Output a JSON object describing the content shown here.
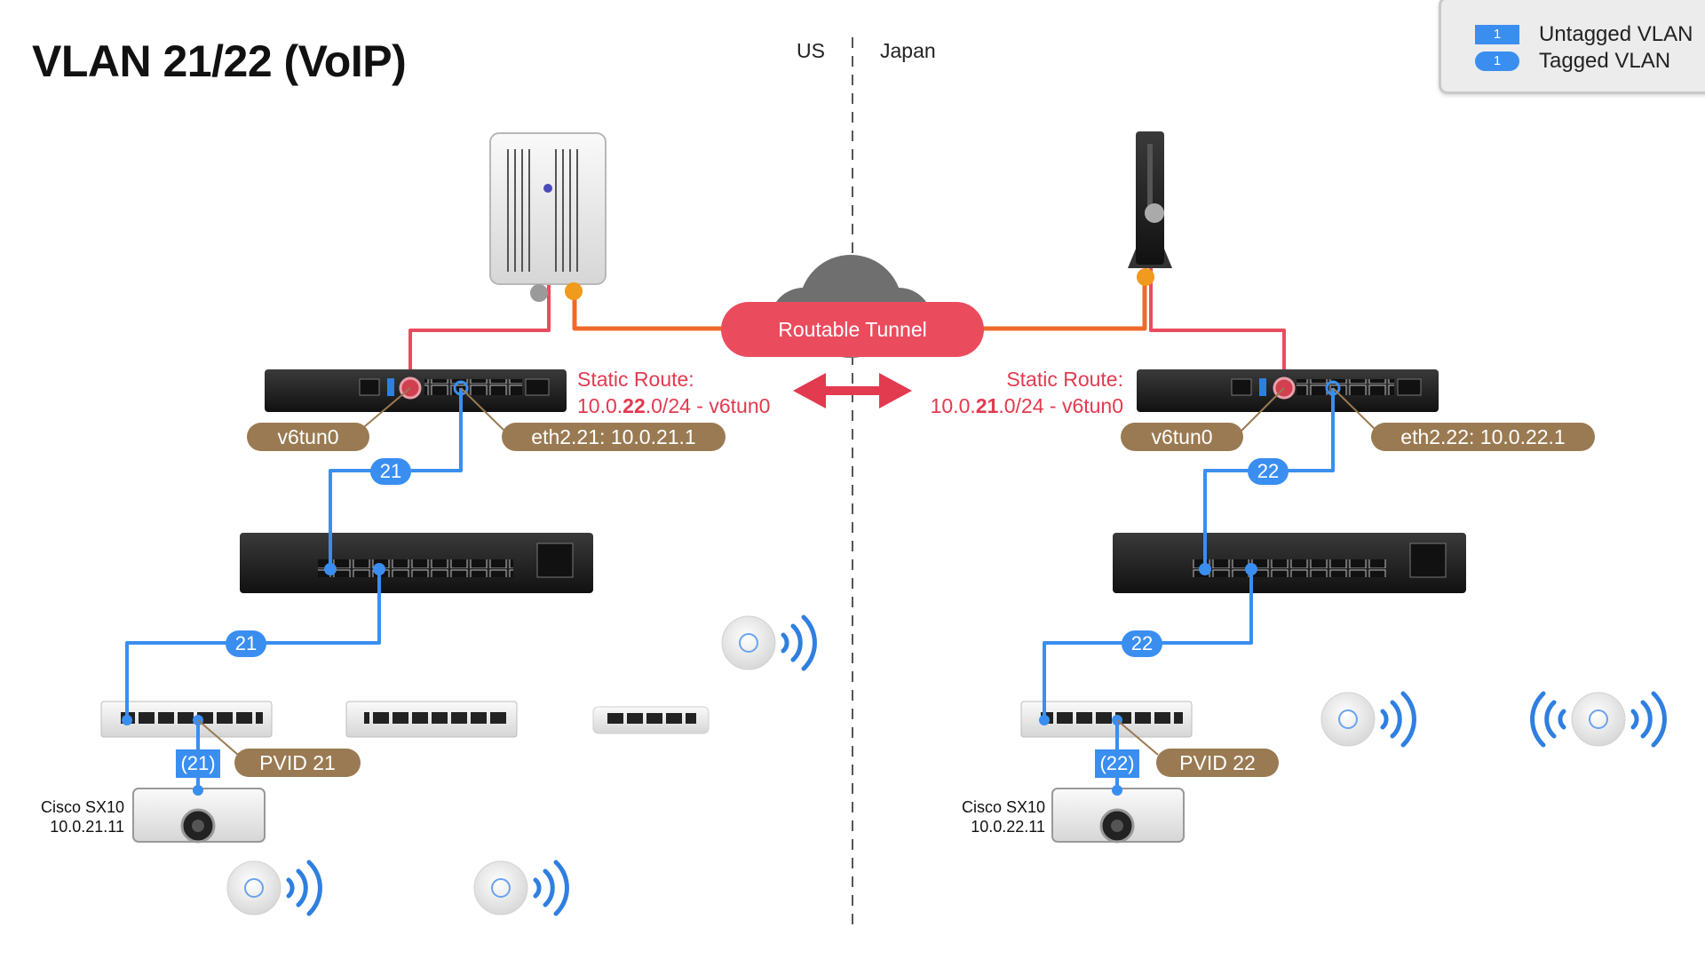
{
  "title": "VLAN 21/22 (VoIP)",
  "regions": {
    "left": "US",
    "right": "Japan"
  },
  "legend": [
    {
      "swatch": "1",
      "label": "Untagged VLAN",
      "style": "untagged"
    },
    {
      "swatch": "1",
      "label": "Tagged VLAN",
      "style": "tagged"
    }
  ],
  "tunnel": {
    "label": "Routable Tunnel"
  },
  "us": {
    "route": {
      "line1": "Static Route:",
      "pre": "10.0.",
      "bold": "22",
      "post": ".0/24 - v6tun0"
    },
    "tun_label": "v6tun0",
    "eth_label": "eth2.21: 10.0.21.1",
    "vlan_tag_1": "21",
    "vlan_tag_2": "21",
    "untagged": "(21)",
    "pvid": "PVID 21",
    "device": {
      "name": "Cisco SX10",
      "ip": "10.0.21.11"
    }
  },
  "jp": {
    "route": {
      "line1": "Static Route:",
      "pre": "10.0.",
      "bold": "21",
      "post": ".0/24 - v6tun0"
    },
    "tun_label": "v6tun0",
    "eth_label": "eth2.22: 10.0.22.1",
    "vlan_tag_1": "22",
    "vlan_tag_2": "22",
    "untagged": "(22)",
    "pvid": "PVID 22",
    "device": {
      "name": "Cisco SX10",
      "ip": "10.0.22.11"
    }
  },
  "colors": {
    "tagged_vlan": "#3a8ef0",
    "tunnel": "#ea4c5e",
    "label_pill": "#9a7a52",
    "route_text": "#e23a4f"
  },
  "icons": [
    "onu-modem-icon",
    "media-converter-icon",
    "cloud-icon",
    "router-icon",
    "switch-icon",
    "access-point-icon",
    "video-endpoint-icon",
    "double-arrow-icon"
  ]
}
